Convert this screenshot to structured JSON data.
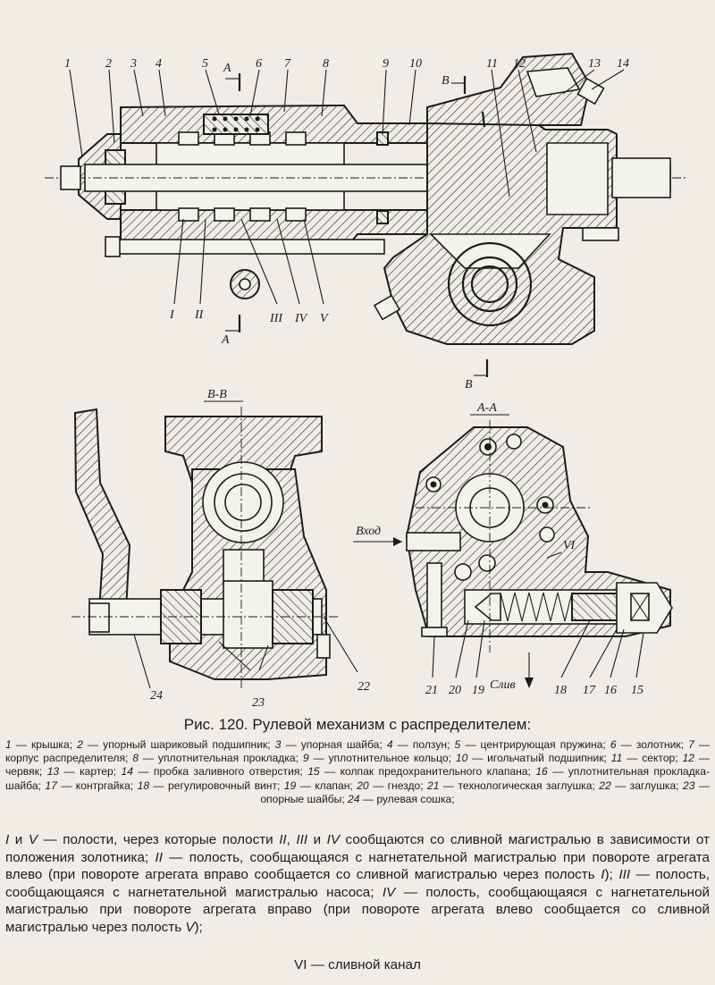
{
  "figure": {
    "section_bb": "В-В",
    "section_aa": "А-А",
    "cut_a": "А",
    "cut_b": "В",
    "inlet_label": "Вход",
    "drain_label": "Слив",
    "part_numbers": [
      "1",
      "2",
      "3",
      "4",
      "5",
      "6",
      "7",
      "8",
      "9",
      "10",
      "11",
      "12",
      "13",
      "14",
      "15",
      "16",
      "17",
      "18",
      "19",
      "20",
      "21",
      "22",
      "23",
      "24"
    ],
    "cavity_labels": [
      "I",
      "II",
      "III",
      "IV",
      "V",
      "VI"
    ]
  },
  "caption": {
    "title": "Рис. 120. Рулевой механизм с распределителем:",
    "legend": [
      {
        "n": "1",
        "t": " — крышка; "
      },
      {
        "n": "2",
        "t": " — упорный шариковый подшипник; "
      },
      {
        "n": "3",
        "t": " — упорная шайба; "
      },
      {
        "n": "4",
        "t": " — ползун; "
      },
      {
        "n": "5",
        "t": " — центрирующая пружина; "
      },
      {
        "n": "6",
        "t": " — золотник; "
      },
      {
        "n": "7",
        "t": " — корпус распределителя; "
      },
      {
        "n": "8",
        "t": " — уплотнительная прокладка; "
      },
      {
        "n": "9",
        "t": " — уплотнительное кольцо; "
      },
      {
        "n": "10",
        "t": " — игольчатый подшипник; "
      },
      {
        "n": "11",
        "t": " — сектор; "
      },
      {
        "n": "12",
        "t": " — червяк; "
      },
      {
        "n": "13",
        "t": " — картер; "
      },
      {
        "n": "14",
        "t": " — пробка заливного отверстия; "
      },
      {
        "n": "15",
        "t": " — колпак предохранительного клапана; "
      },
      {
        "n": "16",
        "t": " — уплотнительная прокладка-шайба; "
      },
      {
        "n": "17",
        "t": " — контргайка; "
      },
      {
        "n": "18",
        "t": " — регулировочный винт; "
      },
      {
        "n": "19",
        "t": " — клапан; "
      },
      {
        "n": "20",
        "t": " — гнездо; "
      },
      {
        "n": "21",
        "t": " — технологическая заглушка; "
      },
      {
        "n": "22",
        "t": " — заглушка; "
      },
      {
        "n": "23",
        "t": " — опорные шайбы; "
      },
      {
        "n": "24",
        "t": " — рулевая сошка;"
      }
    ],
    "body": [
      {
        "i": "I"
      },
      {
        "t": " и "
      },
      {
        "i": "V"
      },
      {
        "t": " — полости, через которые полости "
      },
      {
        "i": "II"
      },
      {
        "t": ", "
      },
      {
        "i": "III"
      },
      {
        "t": " и "
      },
      {
        "i": "IV"
      },
      {
        "t": " сообщаются со сливной магистралью в зависимости от положения золотника; "
      },
      {
        "i": "II"
      },
      {
        "t": " — полость, сообщающаяся с нагнетательной магистралью при повороте агрегата влево (при повороте агрегата вправо сообщается со сливной магистралью через полость "
      },
      {
        "i": "I"
      },
      {
        "t": "); "
      },
      {
        "i": "III"
      },
      {
        "t": " — полость, сообщающаяся с нагнетательной магистралью насоса; "
      },
      {
        "i": "IV"
      },
      {
        "t": " — полость, сообщающаяся с нагнетательной магистралью при повороте агрегата вправо (при повороте агрегата влево сообщается со сливной магистралью через полость "
      },
      {
        "i": "V"
      },
      {
        "t": ");"
      }
    ],
    "body_last": [
      {
        "i": "VI"
      },
      {
        "t": " — сливной канал"
      }
    ]
  }
}
